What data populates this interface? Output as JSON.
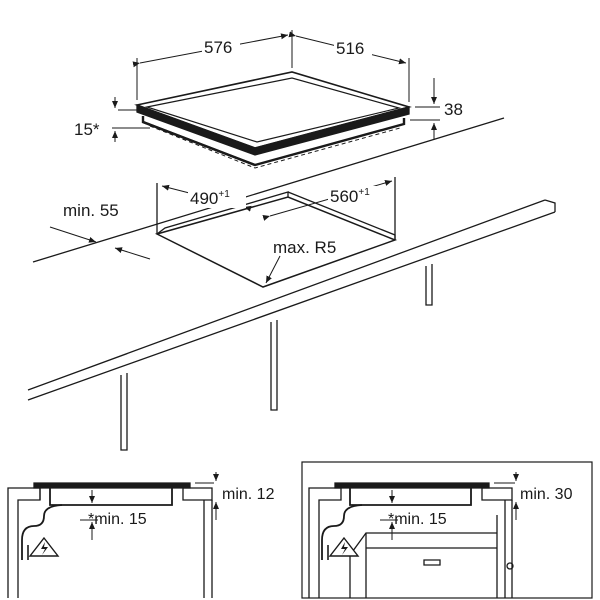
{
  "hob": {
    "width_label": "576",
    "depth_label": "516",
    "height_label": "38",
    "lip_label": "15*"
  },
  "cutout": {
    "depth_label": "490",
    "depth_tolerance": "+1",
    "width_label": "560",
    "width_tolerance": "+1",
    "front_clearance_label": "min. 55",
    "corner_radius_label": "max. R5"
  },
  "detail_left": {
    "top_clearance_label": "min. 12",
    "bottom_clearance_label": "*min. 15"
  },
  "detail_right": {
    "top_clearance_label": "min. 30",
    "bottom_clearance_label": "*min. 15"
  },
  "icons": [
    "electric-hazard-icon",
    "electric-hazard-icon"
  ]
}
